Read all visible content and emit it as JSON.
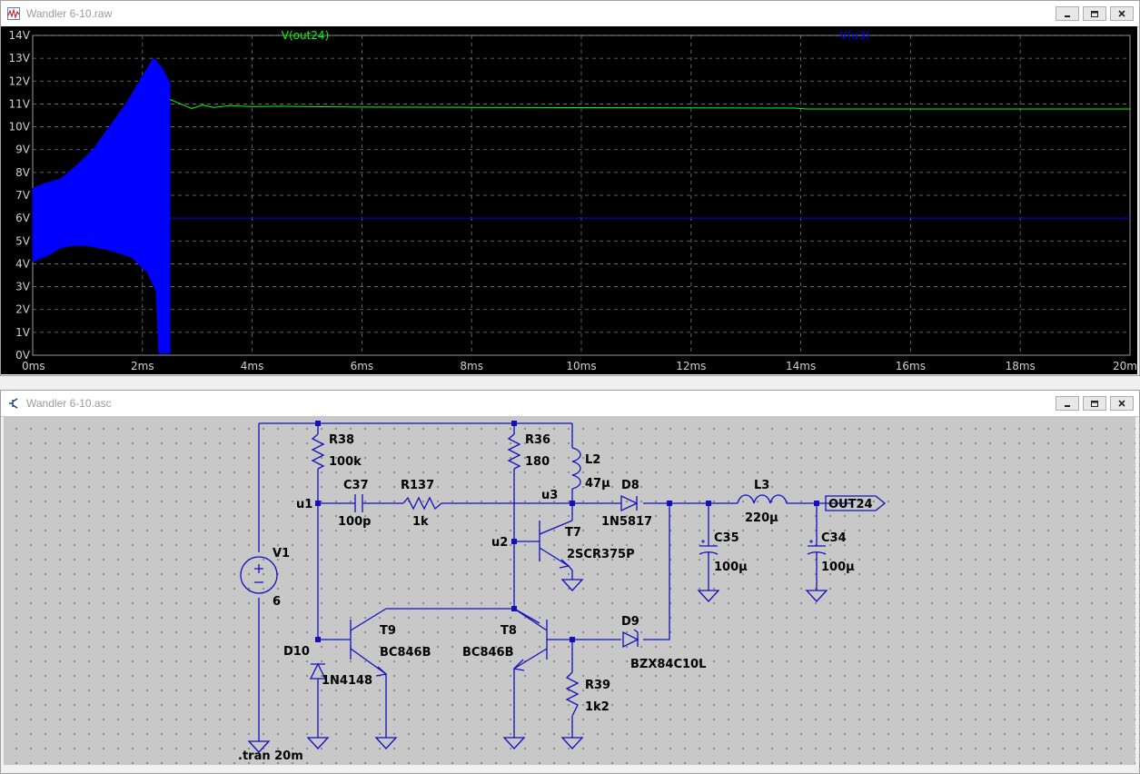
{
  "waveform_window": {
    "title": "Wandler 6-10.raw",
    "traces": [
      {
        "name": "V(out24)",
        "color": "#00ff00"
      },
      {
        "name": "V(u3)",
        "color": "#0000ff"
      }
    ],
    "y_ticks": [
      "0V",
      "1V",
      "2V",
      "3V",
      "4V",
      "5V",
      "6V",
      "7V",
      "8V",
      "9V",
      "10V",
      "11V",
      "12V",
      "13V",
      "14V"
    ],
    "x_ticks": [
      "0ms",
      "2ms",
      "4ms",
      "6ms",
      "8ms",
      "10ms",
      "12ms",
      "14ms",
      "16ms",
      "18ms",
      "20m"
    ]
  },
  "chart_data": {
    "type": "line",
    "xlabel": "",
    "ylabel": "",
    "xlim": [
      0,
      20
    ],
    "ylim": [
      0,
      14
    ],
    "series": [
      {
        "name": "V(out24)",
        "x": [
          2.5,
          2.7,
          2.9,
          3.1,
          3.3,
          3.6,
          4.0,
          4.5,
          5.0,
          6.0,
          8.0,
          10.0,
          12.0,
          13.9,
          14.1,
          16.0,
          18.0,
          20.0
        ],
        "y": [
          11.2,
          11.0,
          10.8,
          10.95,
          10.85,
          10.93,
          10.88,
          10.9,
          10.88,
          10.86,
          10.85,
          10.84,
          10.83,
          10.82,
          10.78,
          10.78,
          10.78,
          10.78
        ]
      },
      {
        "name": "V(u3)",
        "x": [
          0,
          20
        ],
        "y": [
          6.0,
          6.0
        ]
      }
    ]
  },
  "schematic_window": {
    "title": "Wandler 6-10.asc",
    "components": {
      "R38": {
        "ref": "R38",
        "value": "100k"
      },
      "R36": {
        "ref": "R36",
        "value": "180"
      },
      "L2": {
        "ref": "L2",
        "value": "47µ"
      },
      "C37": {
        "ref": "C37",
        "value": "100p"
      },
      "R137": {
        "ref": "R137",
        "value": "1k"
      },
      "D8": {
        "ref": "D8",
        "value": "1N5817"
      },
      "L3": {
        "ref": "L3",
        "value": "220µ"
      },
      "C35": {
        "ref": "C35",
        "value": "100µ"
      },
      "C34": {
        "ref": "C34",
        "value": "100µ"
      },
      "T7": {
        "ref": "T7",
        "value": "2SCR375P"
      },
      "V1": {
        "ref": "V1",
        "value": "6"
      },
      "T9": {
        "ref": "T9",
        "value": "BC846B"
      },
      "T8": {
        "ref": "T8",
        "value": "BC846B"
      },
      "D9": {
        "ref": "D9",
        "value": "BZX84C10L"
      },
      "D10": {
        "ref": "D10",
        "value": "1N4148"
      },
      "R39": {
        "ref": "R39",
        "value": "1k2"
      }
    },
    "nets": {
      "u1": "u1",
      "u2": "u2",
      "u3": "u3",
      "out": "OUT24"
    },
    "directive": ".tran 20m"
  }
}
